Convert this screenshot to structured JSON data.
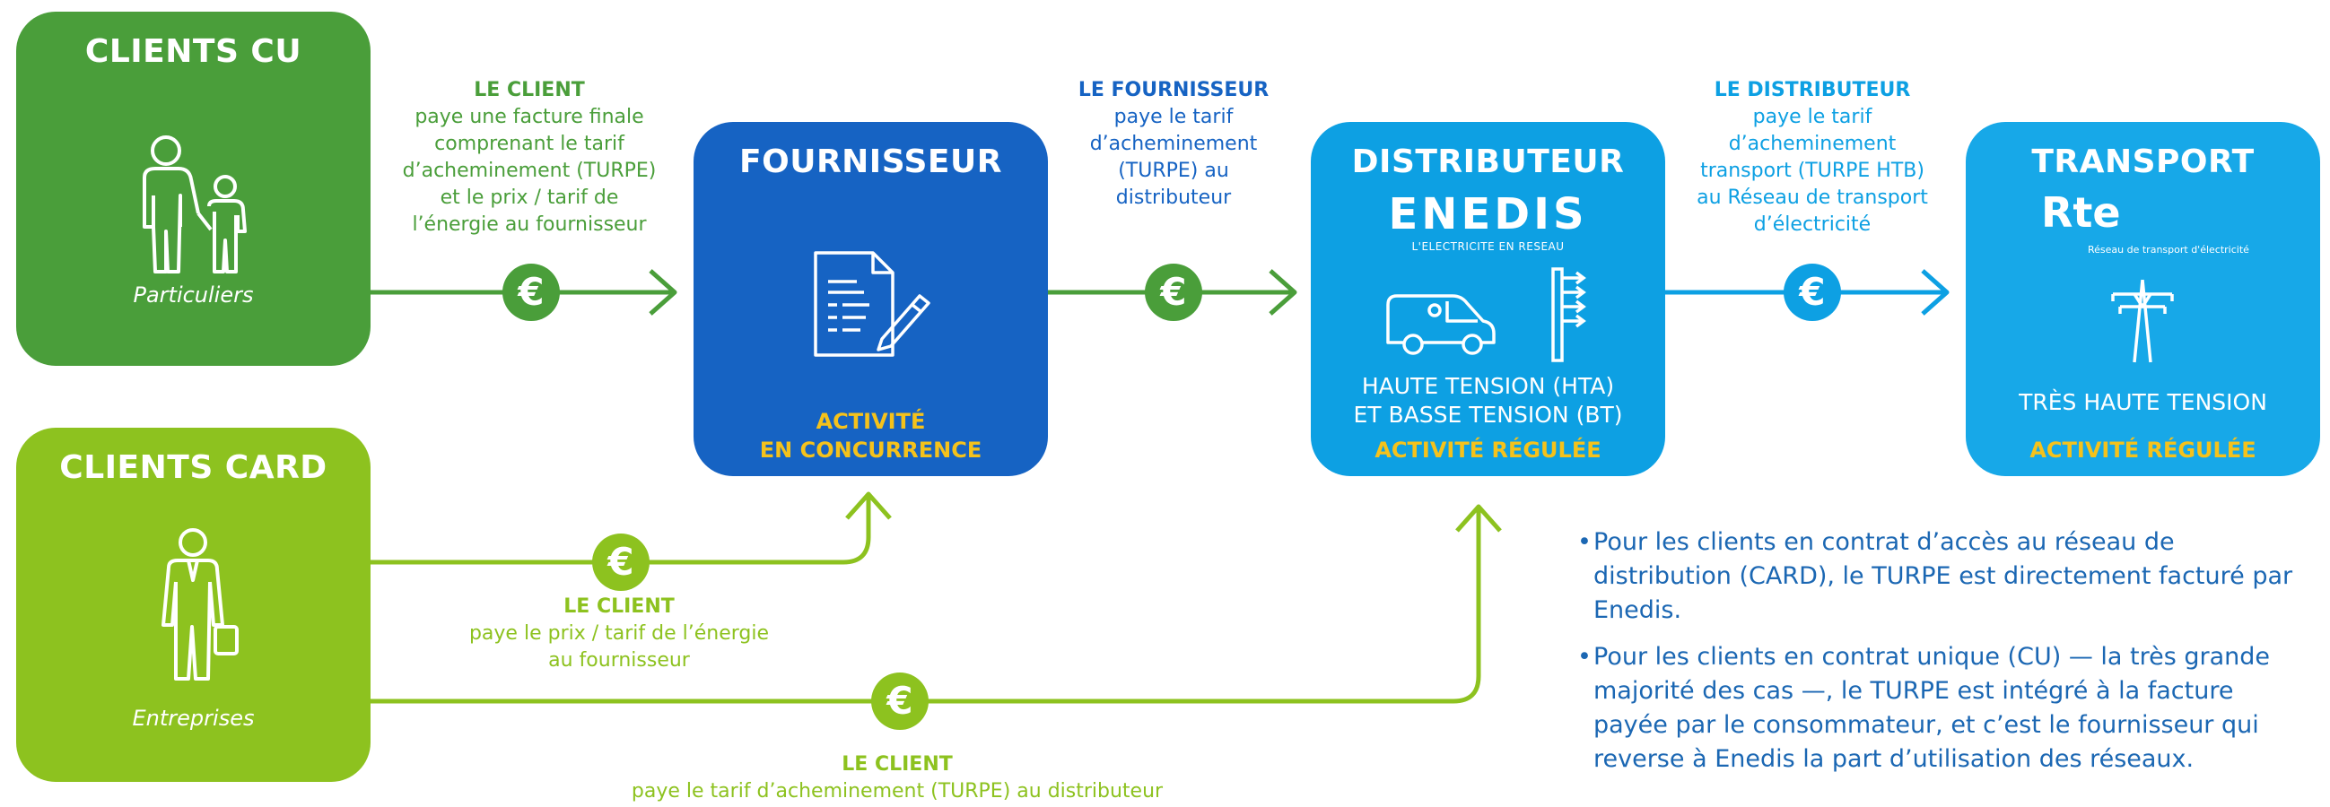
{
  "boxes": {
    "clients_cu": {
      "title": "CLIENTS CU",
      "caption": "Particuliers",
      "color": "#4a9e3a"
    },
    "clients_card": {
      "title": "CLIENTS CARD",
      "caption": "Entreprises",
      "color": "#8dc21f"
    },
    "fournisseur": {
      "title": "FOURNISSEUR",
      "activity_line1": "ACTIVITÉ",
      "activity_line2": "EN CONCURRENCE",
      "color": "#1663c3"
    },
    "distributeur": {
      "title": "DISTRIBUTEUR",
      "logo": "ENEDIS",
      "logo_sub": "L'ELECTRICITE EN RESEAU",
      "tension_line1": "HAUTE TENSION (HTA)",
      "tension_line2": "ET BASSE TENSION (BT)",
      "activity": "ACTIVITÉ RÉGULÉE",
      "color": "#0da0e3"
    },
    "transport": {
      "title": "TRANSPORT",
      "logo": "Rte",
      "logo_sub": "Réseau de transport d'électricité",
      "tension": "TRÈS HAUTE TENSION",
      "activity": "ACTIVITÉ RÉGULÉE",
      "color": "#17a8e8"
    }
  },
  "flows": {
    "client_to_fournisseur": {
      "heading": "LE CLIENT",
      "lines": [
        "paye une facture finale",
        "comprenant le tarif",
        "d’acheminement (TURPE)",
        "et le prix / tarif de",
        "l’énergie au fournisseur"
      ]
    },
    "fournisseur_to_distributeur": {
      "heading": "LE FOURNISSEUR",
      "lines": [
        "paye le tarif",
        "d’acheminement",
        "(TURPE) au",
        "distributeur"
      ]
    },
    "distributeur_to_transport": {
      "heading": "LE DISTRIBUTEUR",
      "lines": [
        "paye le tarif",
        "d’acheminement",
        "transport (TURPE HTB)",
        "au Réseau de transport",
        "d’électricité"
      ]
    },
    "card_to_fournisseur": {
      "heading": "LE CLIENT",
      "lines": [
        "paye le prix / tarif de l’énergie",
        "au fournisseur"
      ]
    },
    "card_to_distributeur": {
      "heading": "LE CLIENT",
      "lines": [
        "paye le tarif d’acheminement (TURPE) au distributeur"
      ]
    }
  },
  "euro_symbol": "€",
  "notes": [
    "Pour les clients en contrat d’accès au réseau de distribution (CARD), le TURPE est directement facturé par Enedis.",
    "Pour les clients en contrat unique (CU) — la très grande majorité des cas —, le TURPE est intégré à la facture payée par le consommateur, et c’est le fournisseur qui reverse à Enedis la part d’utilisation des réseaux."
  ],
  "colors": {
    "green_dark": "#4a9e3a",
    "green_light": "#8dc21f",
    "blue_dark": "#1663c3",
    "blue_light": "#0da0e3",
    "navy_text": "#1663c3",
    "yellow": "#f5c21b"
  },
  "icons": [
    "parent-child-icon",
    "document-sign-icon",
    "van-icon",
    "pylon-antenna-icon",
    "transmission-tower-icon",
    "businessman-icon",
    "euro-icon"
  ]
}
